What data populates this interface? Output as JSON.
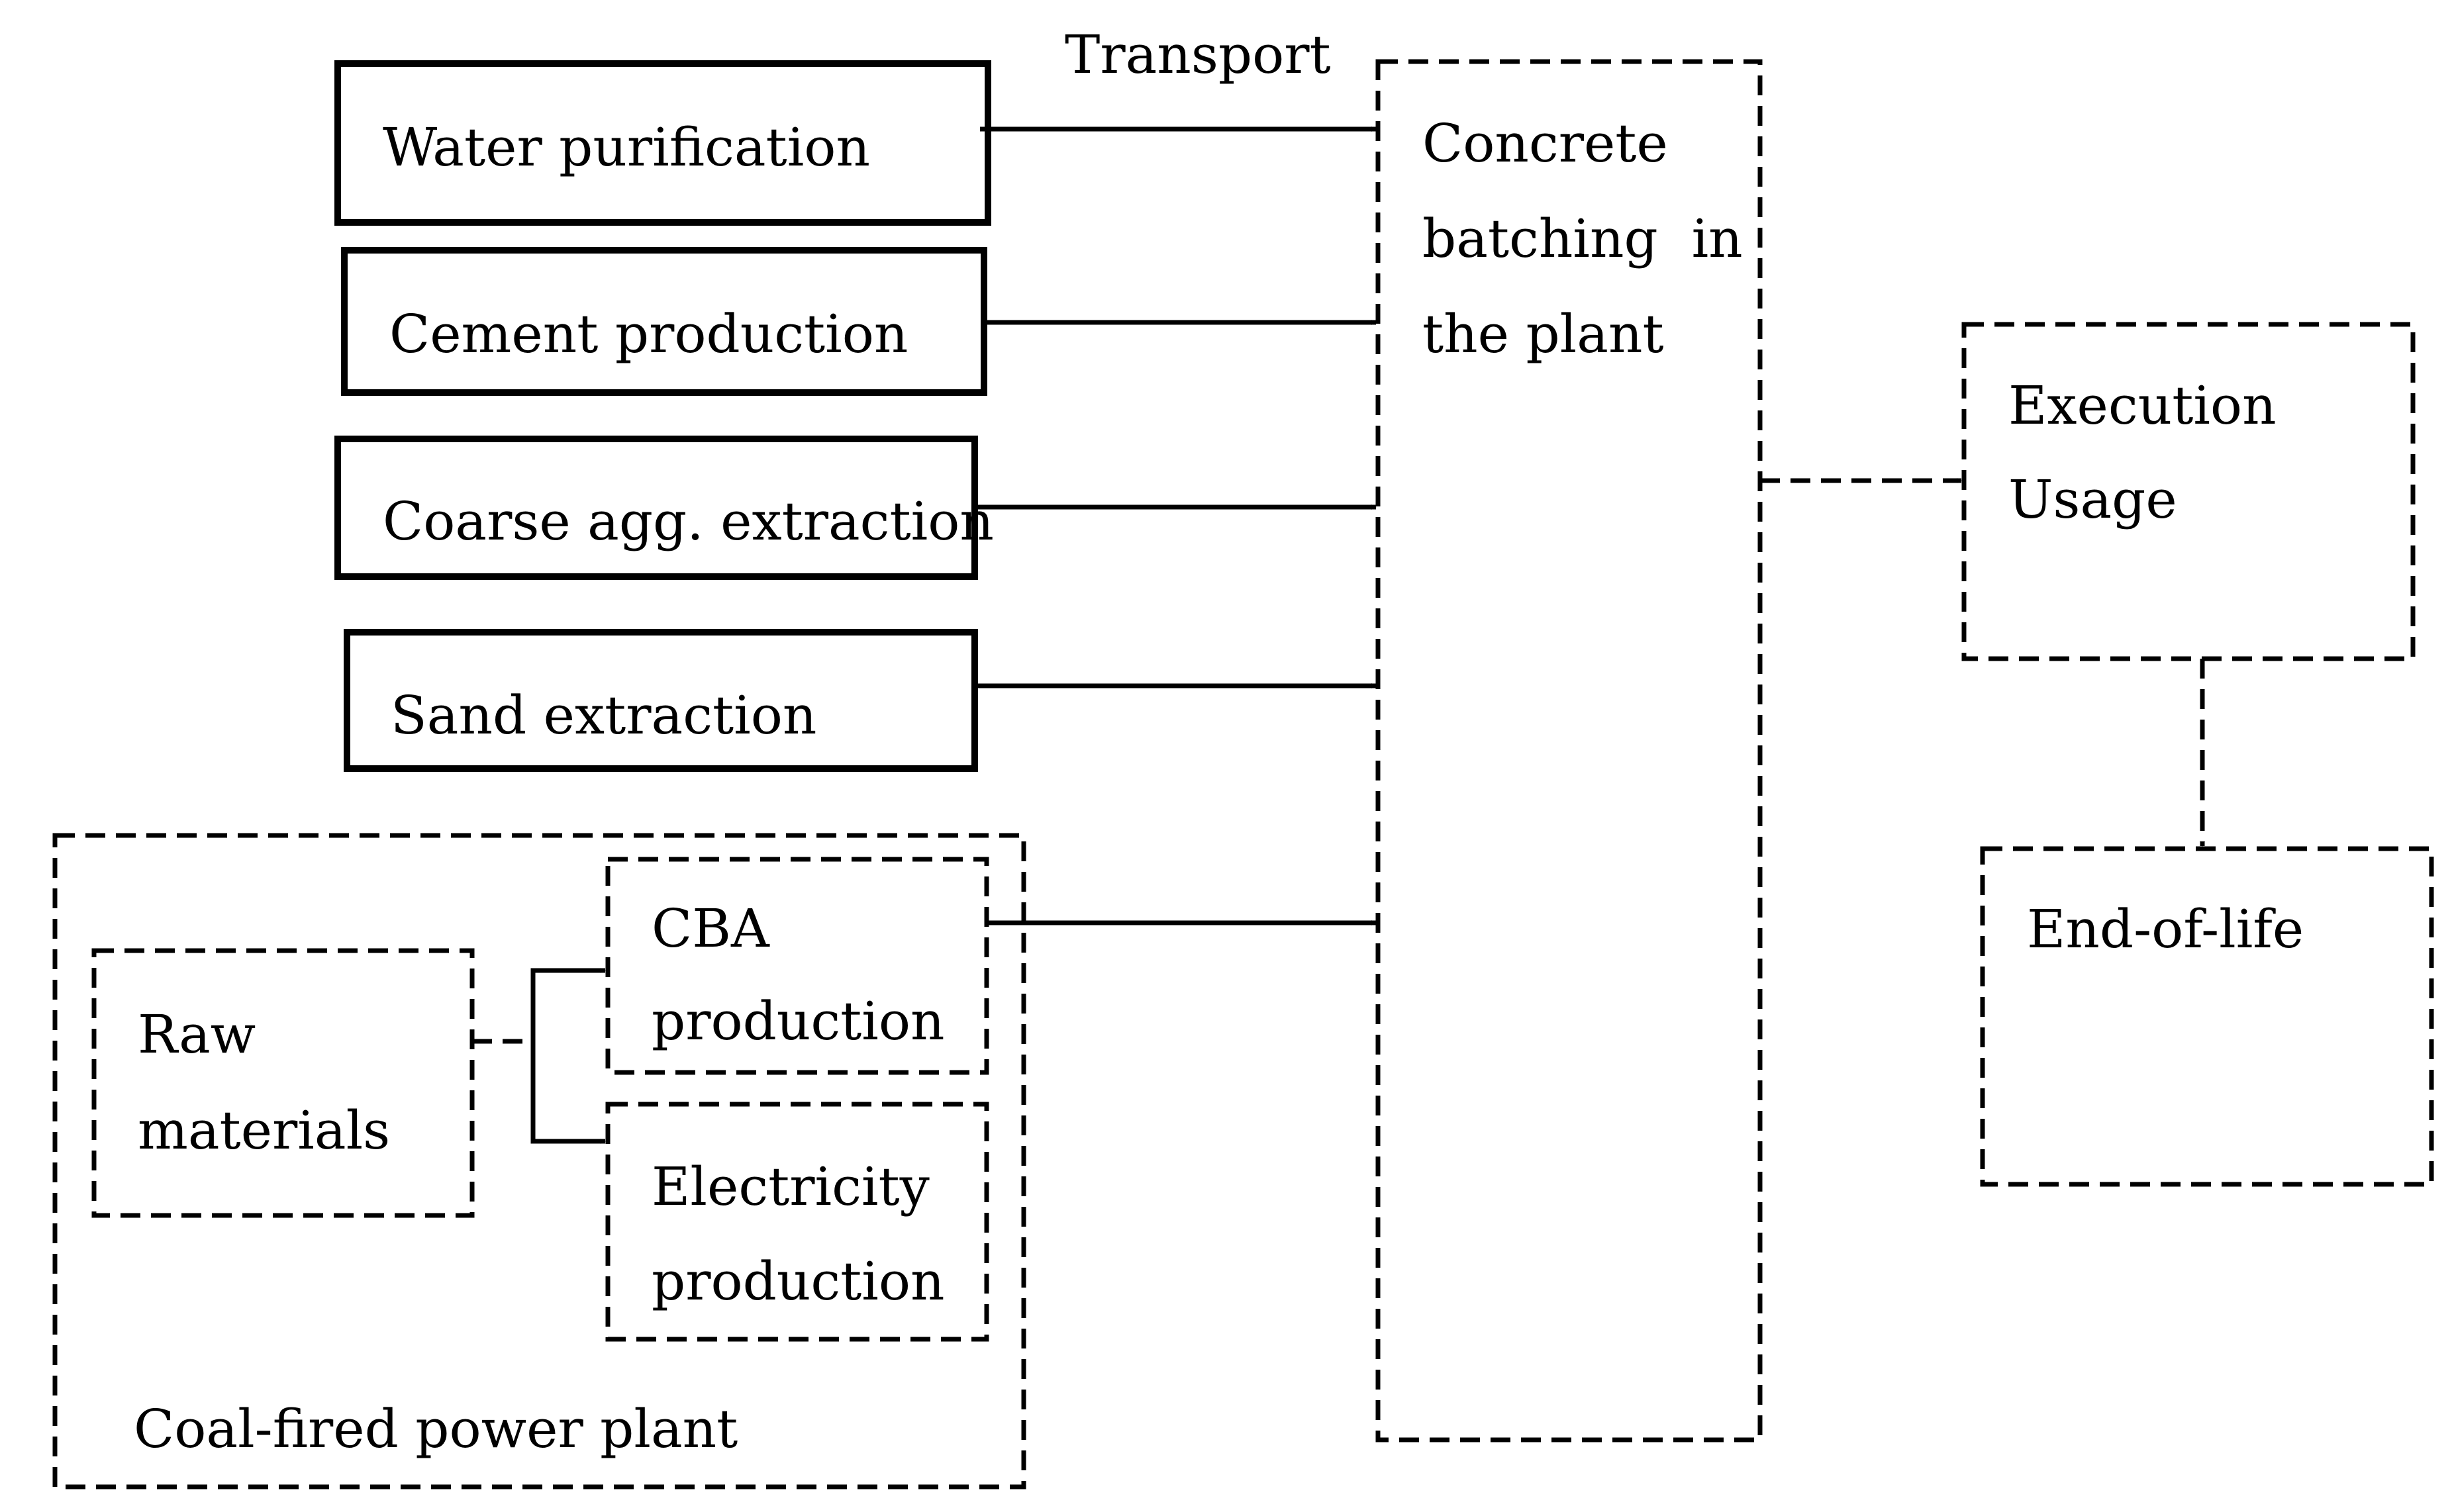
{
  "labels": {
    "transport": "Transport",
    "water_purification": "Water purification",
    "cement_production": "Cement production",
    "coarse_agg_extraction": "Coarse agg. extraction",
    "sand_extraction": "Sand extraction",
    "concrete_batching": [
      "Concrete",
      "batching  in",
      "the plant"
    ],
    "execution_usage": [
      "Execution",
      "Usage"
    ],
    "end_of_life": "End-of-life",
    "raw_materials": [
      "Raw",
      "materials"
    ],
    "cba_production": [
      "CBA",
      "production"
    ],
    "electricity_production": [
      "Electricity",
      "production"
    ],
    "coal_fired_power_plant": "Coal-fired power plant"
  }
}
